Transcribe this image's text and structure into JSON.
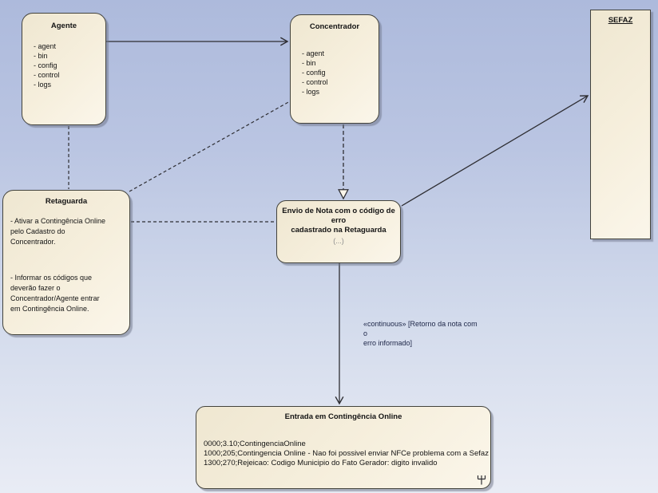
{
  "diagram": {
    "colors": {
      "background_top": "#adbadc",
      "background_bottom": "#e9ecf5",
      "node_fill": "#f5eedc",
      "node_border": "#43433c",
      "connector": "#2e2e33",
      "label_text": "#20294a"
    },
    "nodes": {
      "agente": {
        "title": "Agente",
        "items": [
          "- agent",
          "- bin",
          "- config",
          "- control",
          "- logs"
        ]
      },
      "concentrador": {
        "title": "Concentrador",
        "items": [
          "- agent",
          "- bin",
          "- config",
          "- control",
          "- logs"
        ]
      },
      "sefaz": {
        "title": "SEFAZ"
      },
      "retaguarda": {
        "title": "Retaguarda",
        "note1": [
          "- Ativar a Contingência Online",
          "pelo Cadastro do",
          "Concentrador."
        ],
        "note2": [
          "- Informar os códigos que",
          "deverão fazer o",
          "Concentrador/Agente entrar",
          "em Contingência Online."
        ]
      },
      "envio": {
        "title_line1": "Envio de Nota com o código de erro",
        "title_line2": "cadastrado na Retaguarda",
        "collapsed_indicator": "(...)"
      },
      "entrada": {
        "title": "Entrada em Contingência Online",
        "codes": [
          "0000;3.10;ContingenciaOnline",
          "1000;205;Contingencia Online - Nao foi possivel enviar NFCe problema com a Sefaz",
          "1300;270;Rejeicao: Codigo Municipio do Fato Gerador: digito invalido"
        ],
        "icon": "rake-icon"
      }
    },
    "labels": {
      "continuous_line1": "«continuous» [Retorno da nota com o",
      "continuous_line2": "erro informado]"
    }
  }
}
